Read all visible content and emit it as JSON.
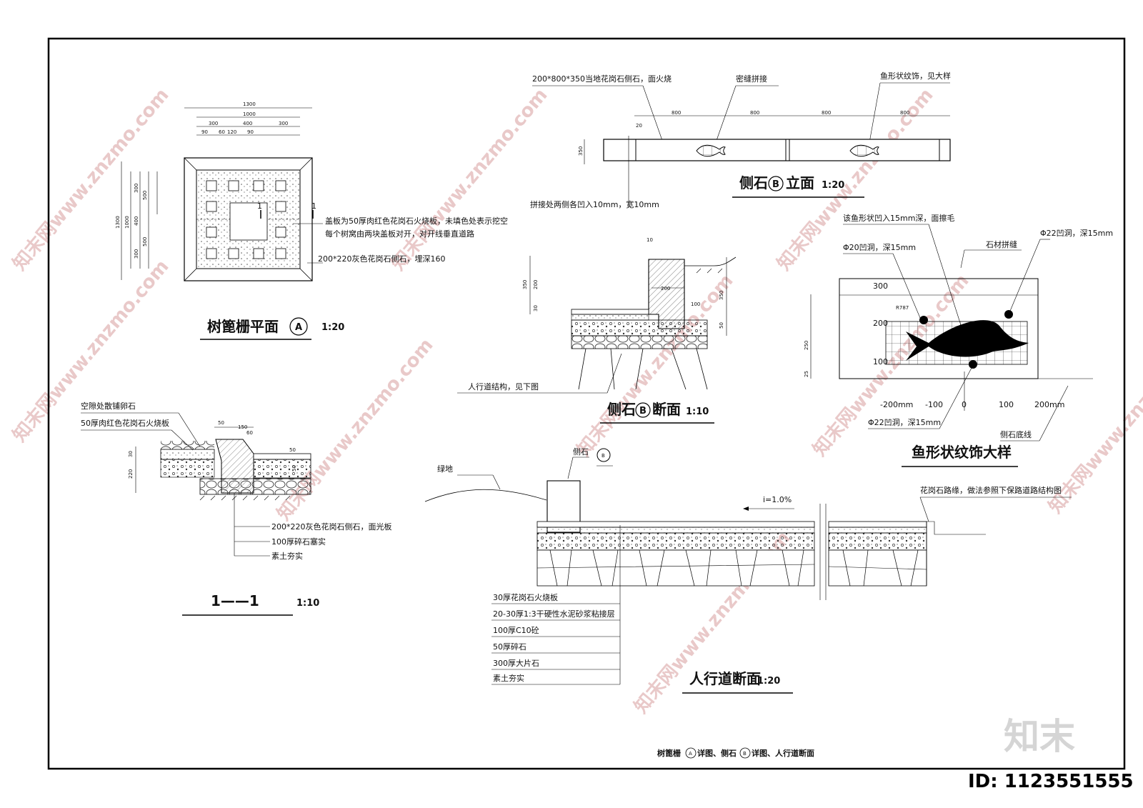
{
  "plan_a": {
    "title": "树篦栅平面",
    "tag": "A",
    "scale": "1:20",
    "section_mark": "1",
    "dims_top": [
      "1300",
      "1000",
      "300",
      "400",
      "300",
      "90",
      "120",
      "90",
      "60"
    ],
    "dims_left": [
      "1300",
      "1000",
      "300",
      "400",
      "300",
      "500",
      "500"
    ],
    "notes": [
      "盖板为50厚肉红色花岗石火烧板，未填色处表示挖空",
      "每个树窝由两块盖板对开，对开线垂直道路",
      "200*220灰色花岗石侧石，埋深160"
    ]
  },
  "section_11": {
    "title": "1——1",
    "scale": "1:10",
    "notes_top": [
      "空隙处散铺卵石",
      "50厚肉红色花岗石火烧板"
    ],
    "notes_bottom": [
      "200*220灰色花岗石侧石，面光板",
      "100厚碎石塞实",
      "素土夯实"
    ],
    "dims": [
      "50",
      "150",
      "60",
      "50",
      "220",
      "30",
      "50"
    ]
  },
  "elev_b": {
    "title": "侧石",
    "tag": "B",
    "suffix": "立面",
    "scale": "1:20",
    "note_top_left": "200*800*350当地花岗石侧石，面火烧",
    "note_top_mid": "密缝拼接",
    "note_top_right": "鱼形状纹饰，见大样",
    "note_bottom": "拼接处两侧各凹入10mm，宽10mm",
    "dims": [
      "800",
      "800",
      "800",
      "800",
      "20",
      "350"
    ]
  },
  "section_b": {
    "title": "侧石",
    "tag": "B",
    "suffix": "断面",
    "scale": "1:10",
    "note": "人行道结构，见下图",
    "dims": [
      "10",
      "350",
      "200",
      "30",
      "200",
      "100",
      "350",
      "50"
    ]
  },
  "fish_detail": {
    "title": "鱼形状纹饰大样",
    "notes": [
      "该鱼形状凹入15mm深，面擦毛",
      "Φ20凹洞，深15mm",
      "石材拼缝",
      "Φ22凹洞，深15mm",
      "Φ22凹洞，深15mm",
      "侧石底线"
    ],
    "y_ticks": [
      "300",
      "200",
      "100"
    ],
    "x_ticks": [
      "-200mm",
      "-100",
      "0",
      "100",
      "200mm"
    ],
    "radius_label": "R787",
    "side_dims": [
      "250",
      "25"
    ]
  },
  "sidewalk": {
    "title": "人行道断面",
    "scale": "1:20",
    "label_green": "绿地",
    "label_curb": "侧石",
    "curb_tag": "B",
    "slope": "i=1.0%",
    "note_right": "花岗石路缘，做法参照下保路道路结构图",
    "layers": [
      "30厚花岗石火烧板",
      "20-30厚1:3干硬性水泥砂浆粘接层",
      "100厚C10砼",
      "50厚碎石",
      "300厚大片石",
      "素土夯实"
    ]
  },
  "footer": {
    "caption_pre": "树篦栅",
    "tag_a": "A",
    "caption_mid": "详图、侧石",
    "tag_b": "B",
    "caption_post": "详图、人行道断面"
  },
  "watermark": {
    "text": "知末网www.znzmo.com",
    "logo": "知末",
    "id": "ID: 1123551555"
  }
}
